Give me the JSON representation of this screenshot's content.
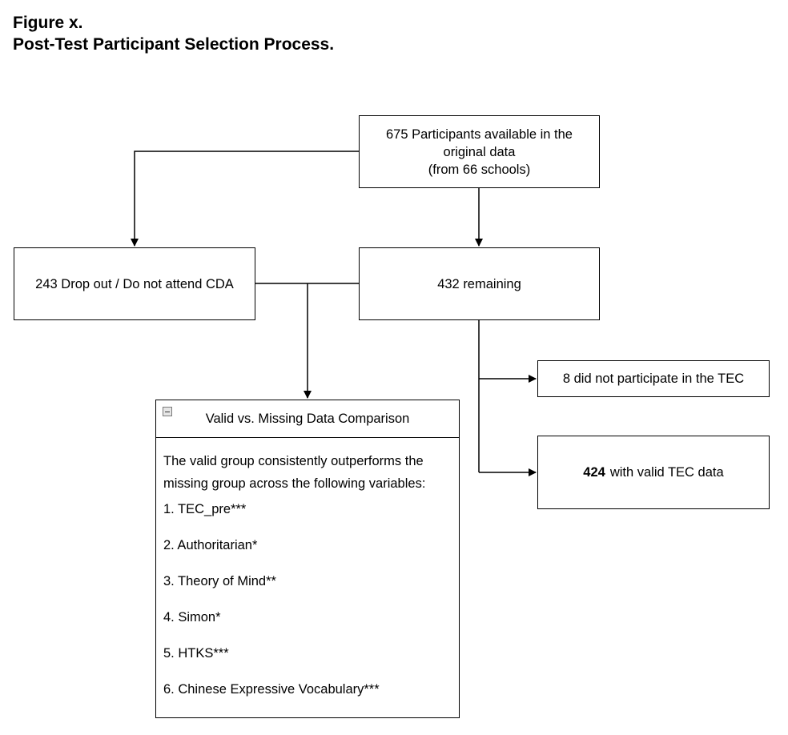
{
  "header": {
    "figure_label": "Figure x.",
    "figure_title": "Post-Test Participant Selection Process."
  },
  "nodes": {
    "original": {
      "lines": [
        "675 Participants available in the",
        "original data",
        "(from 66 schools)"
      ]
    },
    "dropout": {
      "text": "243 Drop out / Do not attend CDA"
    },
    "remaining": {
      "text": "432 remaining"
    },
    "no_tec": {
      "text": "8 did not participate in the TEC"
    },
    "valid_tec": {
      "count": "424",
      "text": "with valid TEC data"
    }
  },
  "comparison": {
    "title": "Valid vs. Missing Data Comparison",
    "description": "The valid group consistently outperforms the missing group across the following variables:",
    "items": [
      "1. TEC_pre***",
      "2. Authoritarian*",
      "3. Theory of Mind**",
      "4. Simon*",
      "5. HTKS***",
      "6. Chinese Expressive Vocabulary***"
    ]
  }
}
